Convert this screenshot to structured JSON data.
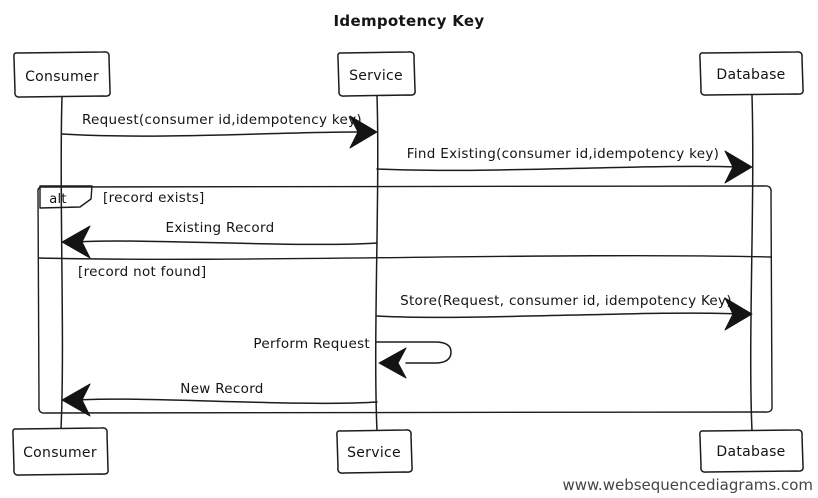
{
  "diagram": {
    "title": "Idempotency Key",
    "watermark": "www.websequencediagrams.com",
    "style": "hand-drawn (napkin)",
    "colors": {
      "stroke": "#1c1c1c",
      "background": "#ffffff",
      "watermark_text": "#454545"
    },
    "actors": [
      {
        "name": "Consumer"
      },
      {
        "name": "Service"
      },
      {
        "name": "Database"
      }
    ],
    "messages": [
      {
        "from": "Consumer",
        "to": "Service",
        "label": "Request(consumer id,idempotency key)",
        "type": "solid-arrow"
      },
      {
        "from": "Service",
        "to": "Database",
        "label": "Find Existing(consumer id,idempotency key)",
        "type": "solid-arrow"
      },
      {
        "from": "Service",
        "to": "Consumer",
        "label": "Existing Record",
        "type": "solid-arrow",
        "branch": "[record exists]"
      },
      {
        "from": "Service",
        "to": "Database",
        "label": "Store(Request, consumer id, idempotency Key)",
        "type": "solid-arrow",
        "branch": "[record not found]"
      },
      {
        "from": "Service",
        "to": "Service",
        "label": "Perform Request",
        "type": "self-arrow",
        "branch": "[record not found]"
      },
      {
        "from": "Service",
        "to": "Consumer",
        "label": "New Record",
        "type": "solid-arrow",
        "branch": "[record not found]"
      }
    ],
    "alt_frame": {
      "operator": "alt",
      "conditions": [
        {
          "label": "[record exists]"
        },
        {
          "label": "[record not found]"
        }
      ]
    }
  }
}
